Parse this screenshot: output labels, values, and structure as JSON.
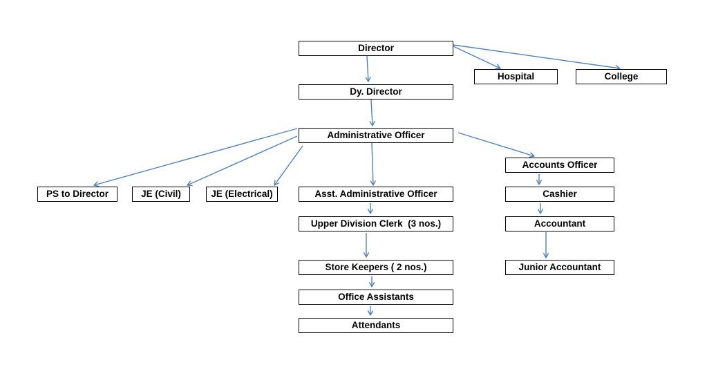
{
  "colors": {
    "connector": "#4f81bd",
    "box_border": "#000000",
    "background": "#ffffff"
  },
  "nodes": {
    "director": "Director",
    "hospital": "Hospital",
    "college": "College",
    "dy_director": "Dy. Director",
    "admin_officer": "Administrative Officer",
    "ps_to_director": "PS to Director",
    "je_civil": "JE (Civil)",
    "je_electrical": "JE (Electrical)",
    "asst_admin_officer": "Asst. Administrative Officer",
    "upper_division_clerk": "Upper Division Clerk  (3 nos.)",
    "store_keepers": "Store Keepers ( 2 nos.)",
    "office_assistants": "Office Assistants",
    "attendants": "Attendants",
    "accounts_officer": "Accounts Officer",
    "cashier": "Cashier",
    "accountant": "Accountant",
    "junior_accountant": "Junior Accountant"
  },
  "edges": [
    [
      "director",
      "dy_director"
    ],
    [
      "director",
      "hospital"
    ],
    [
      "director",
      "college"
    ],
    [
      "dy_director",
      "admin_officer"
    ],
    [
      "admin_officer",
      "ps_to_director"
    ],
    [
      "admin_officer",
      "je_civil"
    ],
    [
      "admin_officer",
      "je_electrical"
    ],
    [
      "admin_officer",
      "asst_admin_officer"
    ],
    [
      "admin_officer",
      "accounts_officer"
    ],
    [
      "asst_admin_officer",
      "upper_division_clerk"
    ],
    [
      "upper_division_clerk",
      "store_keepers"
    ],
    [
      "store_keepers",
      "office_assistants"
    ],
    [
      "office_assistants",
      "attendants"
    ],
    [
      "accounts_officer",
      "cashier"
    ],
    [
      "cashier",
      "accountant"
    ],
    [
      "accountant",
      "junior_accountant"
    ]
  ]
}
